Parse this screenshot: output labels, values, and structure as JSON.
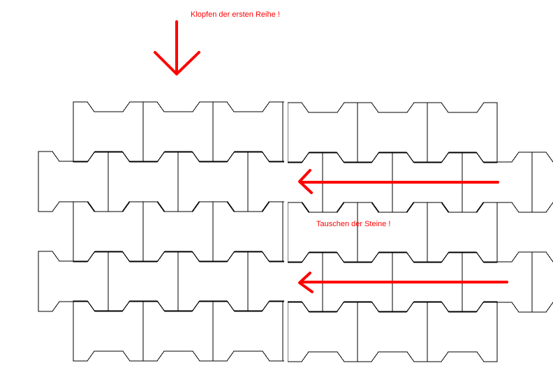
{
  "annotations": {
    "tap_first_row": "Klopfen der ersten Reihe !",
    "swap_stones": "Tauschen der Steine !"
  },
  "colors": {
    "annotation": "#ff0000",
    "stone_outline": "#000000"
  },
  "paving_pattern": {
    "stone_shape": "double-T interlocking paver",
    "left_block": {
      "row_count": 5
    },
    "right_block": {
      "row_count": 5
    }
  }
}
